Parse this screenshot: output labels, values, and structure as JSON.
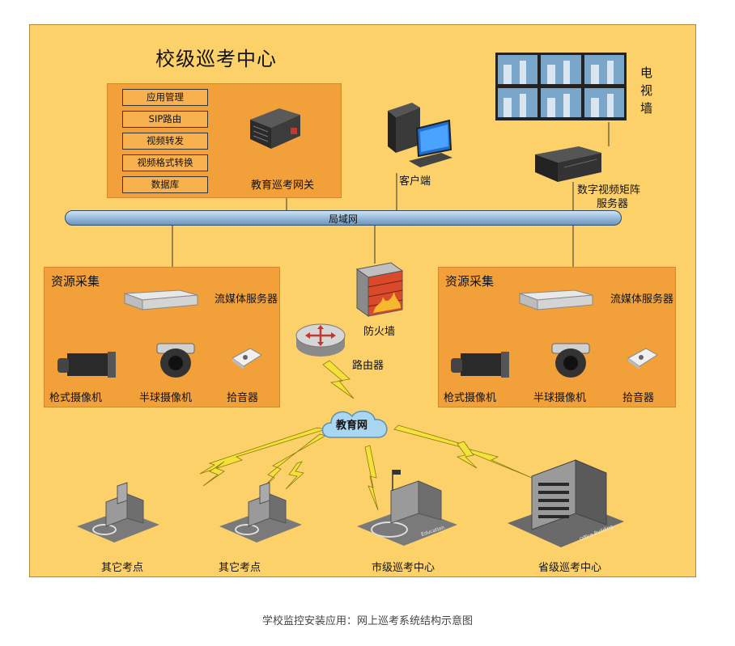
{
  "title": "校级巡考中心",
  "gateway_panel": {
    "modules": [
      "应用管理",
      "SIP路由",
      "视频转发",
      "视频格式转换",
      "数据库"
    ],
    "gateway_label": "教育巡考网关"
  },
  "client_label": "客户端",
  "tv_wall_label": "电视墙",
  "matrix_label_line1": "数字视频矩阵",
  "matrix_label_line2": "服务器",
  "lan_label": "局域网",
  "left_resource": {
    "title": "资源采集",
    "server_label": "流媒体服务器",
    "devices": [
      "枪式摄像机",
      "半球摄像机",
      "拾音器"
    ]
  },
  "right_resource": {
    "title": "资源采集",
    "server_label": "流媒体服务器",
    "devices": [
      "枪式摄像机",
      "半球摄像机",
      "拾音器"
    ]
  },
  "firewall_label": "防火墙",
  "router_label": "路由器",
  "cloud_label": "教育网",
  "sites": [
    "其它考点",
    "其它考点",
    "市级巡考中心",
    "省级巡考中心"
  ],
  "building_signs": [
    "Education",
    "Office Building"
  ],
  "caption": "学校监控安装应用：网上巡考系统结构示意图",
  "colors": {
    "background": "#fdd16a",
    "panel": "#f2a03a",
    "lan": "#8fb3d6",
    "lightning": "#f4e23a"
  }
}
